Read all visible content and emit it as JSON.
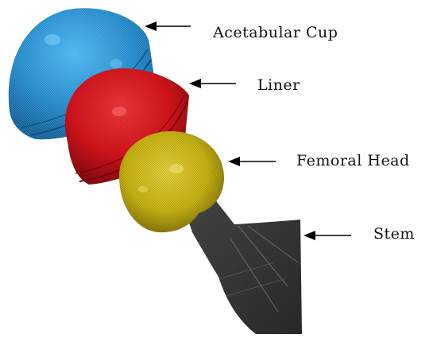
{
  "labels": {
    "cup": "Acetabular Cup",
    "liner": "Liner",
    "head": "Femoral Head",
    "stem": "Stem"
  },
  "colors": {
    "cup": "#1e87c8",
    "liner": "#d8141c",
    "head": "#c9b414",
    "stem": "#3c3c3c",
    "arrow": "#000000"
  }
}
